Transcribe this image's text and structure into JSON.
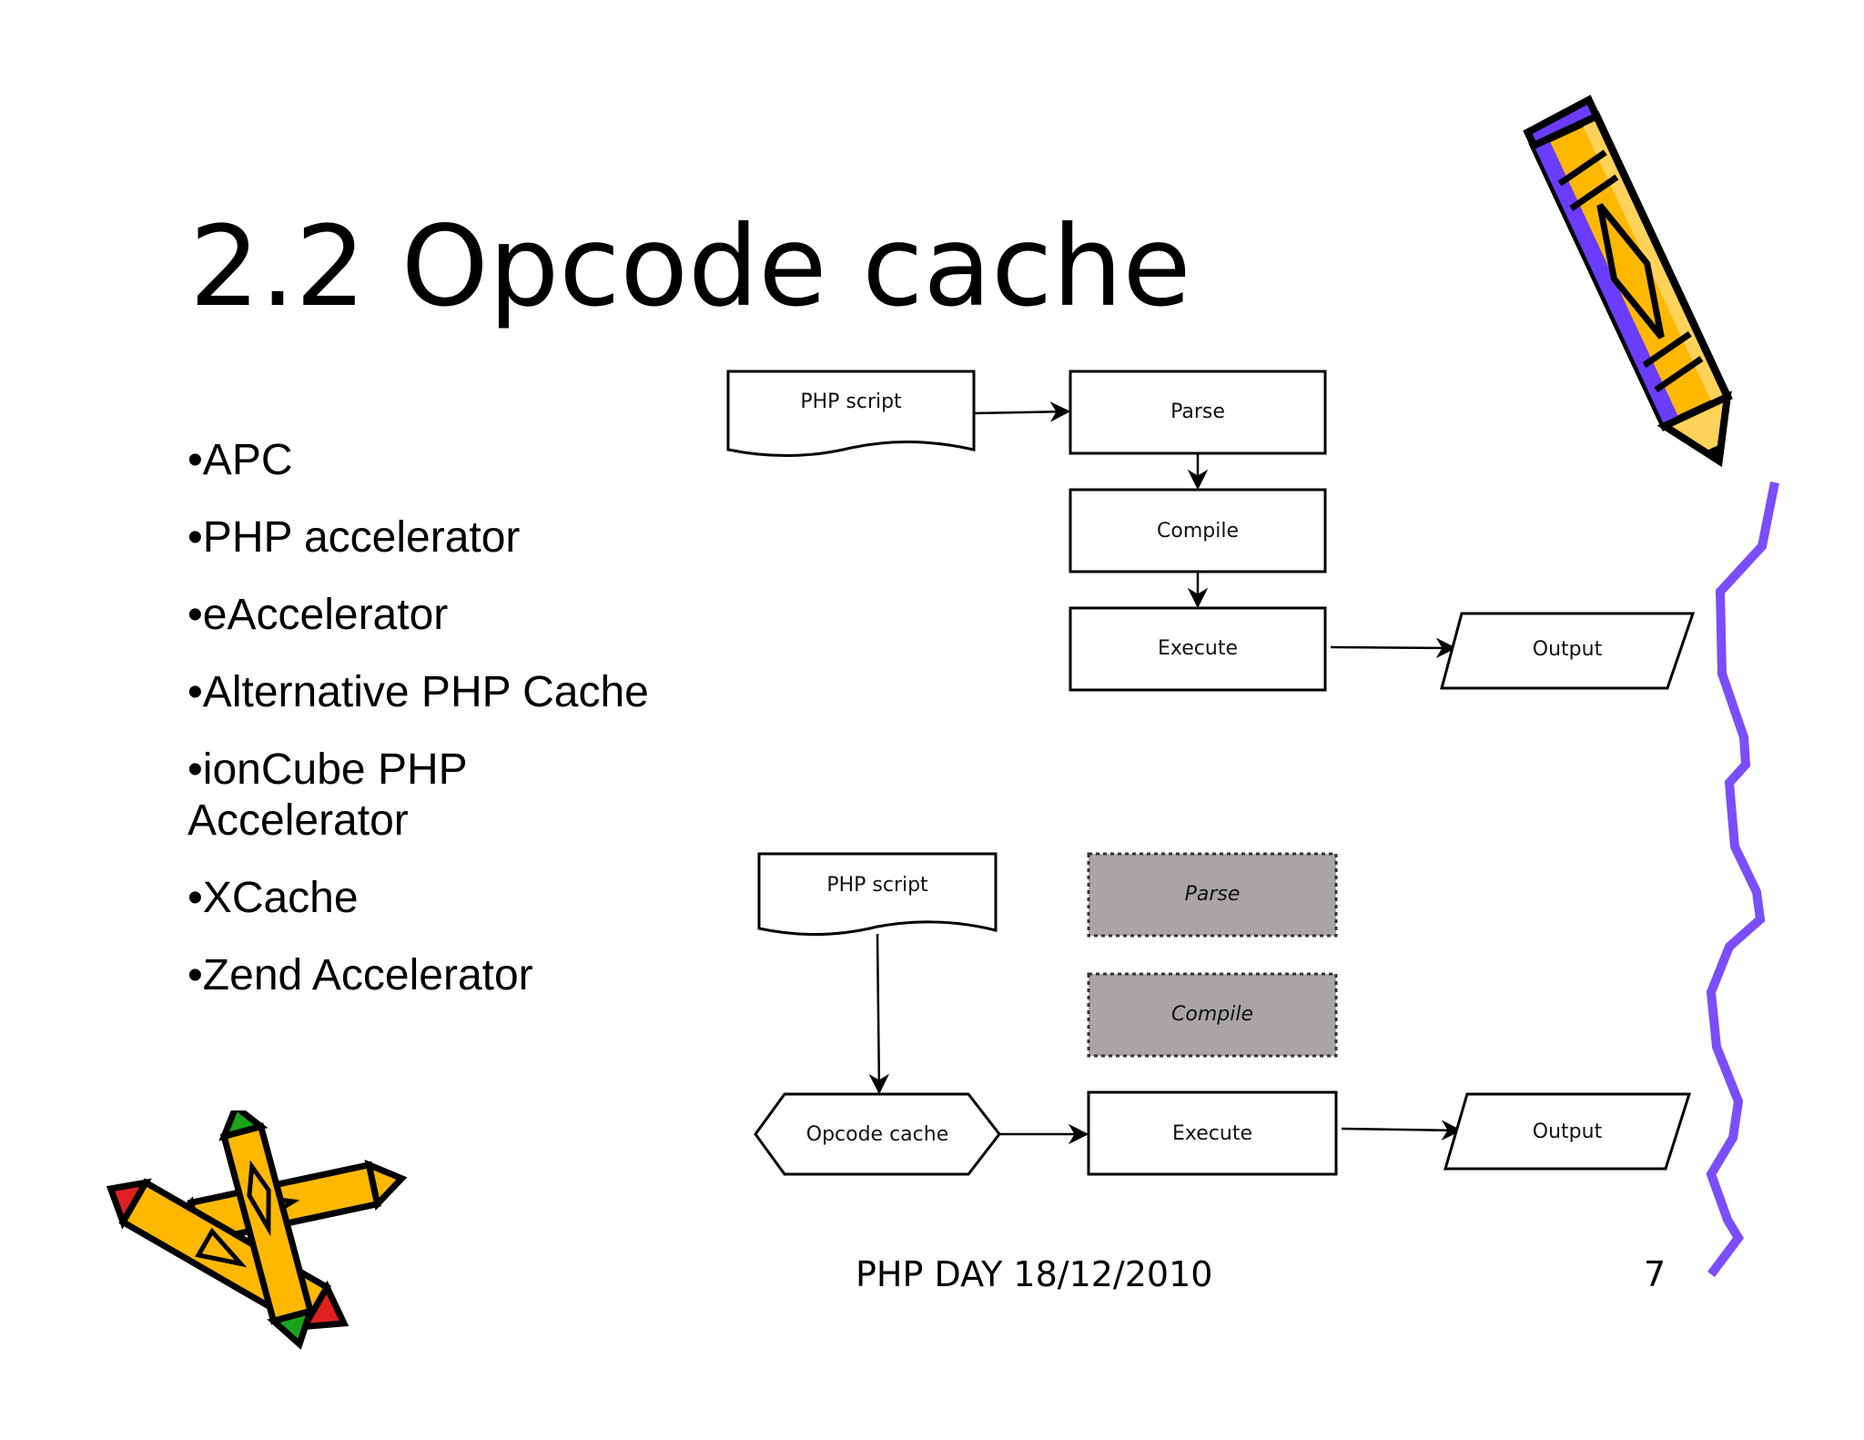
{
  "slide": {
    "title": "2.2 Opcode cache",
    "bullets": [
      "•APC",
      "•PHP accelerator",
      "•eAccelerator",
      "•Alternative PHP Cache",
      "•ionCube PHP Accelerator",
      "•XCache",
      "•Zend Accelerator"
    ],
    "footer": "PHP DAY 18/12/2010",
    "page_number": "7"
  },
  "diagram_top": {
    "php_script": "PHP script",
    "parse": "Parse",
    "compile": "Compile",
    "execute": "Execute",
    "output": "Output"
  },
  "diagram_bottom": {
    "php_script": "PHP script",
    "parse": "Parse",
    "compile": "Compile",
    "opcode_cache": "Opcode cache",
    "execute": "Execute",
    "output": "Output"
  },
  "colors": {
    "pencil_body": "#ffb800",
    "pencil_shade": "#6a3cff",
    "squiggle": "#7b4dff",
    "grey_box": "#a8a4a8",
    "crayon_red": "#e02020",
    "crayon_green": "#1aa31a"
  },
  "icons": [
    "pencil-icon",
    "crayons-icon",
    "squiggle-line"
  ]
}
